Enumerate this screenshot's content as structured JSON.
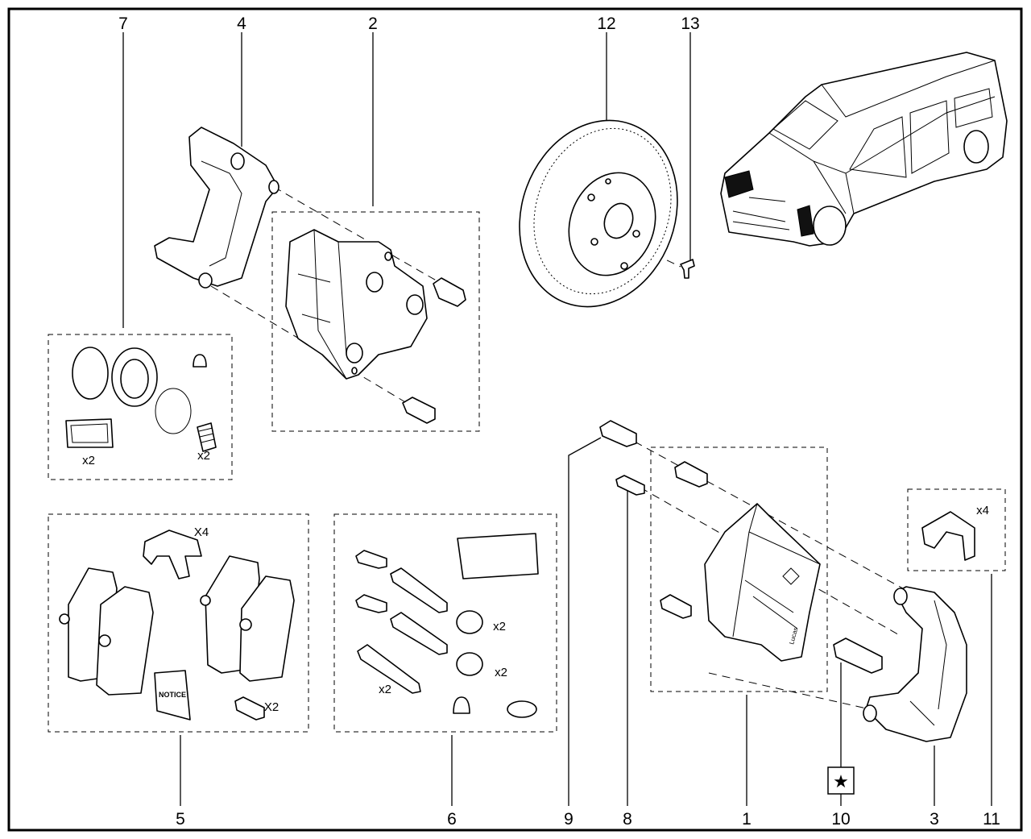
{
  "diagram": {
    "callouts": {
      "n1": "1",
      "n2": "2",
      "n3": "3",
      "n4": "4",
      "n5": "5",
      "n6": "6",
      "n7": "7",
      "n8": "8",
      "n9": "9",
      "n10": "10",
      "n11": "11",
      "n12": "12",
      "n13": "13"
    },
    "quantities": {
      "kit7_seal": "x2",
      "kit7_boot": "x2",
      "kit5_clips": "X4",
      "kit5_bolts": "X2",
      "kit6_boot_a": "x2",
      "kit6_boot_b": "x2",
      "kit6_pins": "x2",
      "kit11_clips": "x4"
    },
    "notice_label": "NOTICE",
    "caliper_brand": "Lucas",
    "star_symbol": "★",
    "colors": {
      "line": "#000000",
      "background": "#ffffff"
    }
  }
}
